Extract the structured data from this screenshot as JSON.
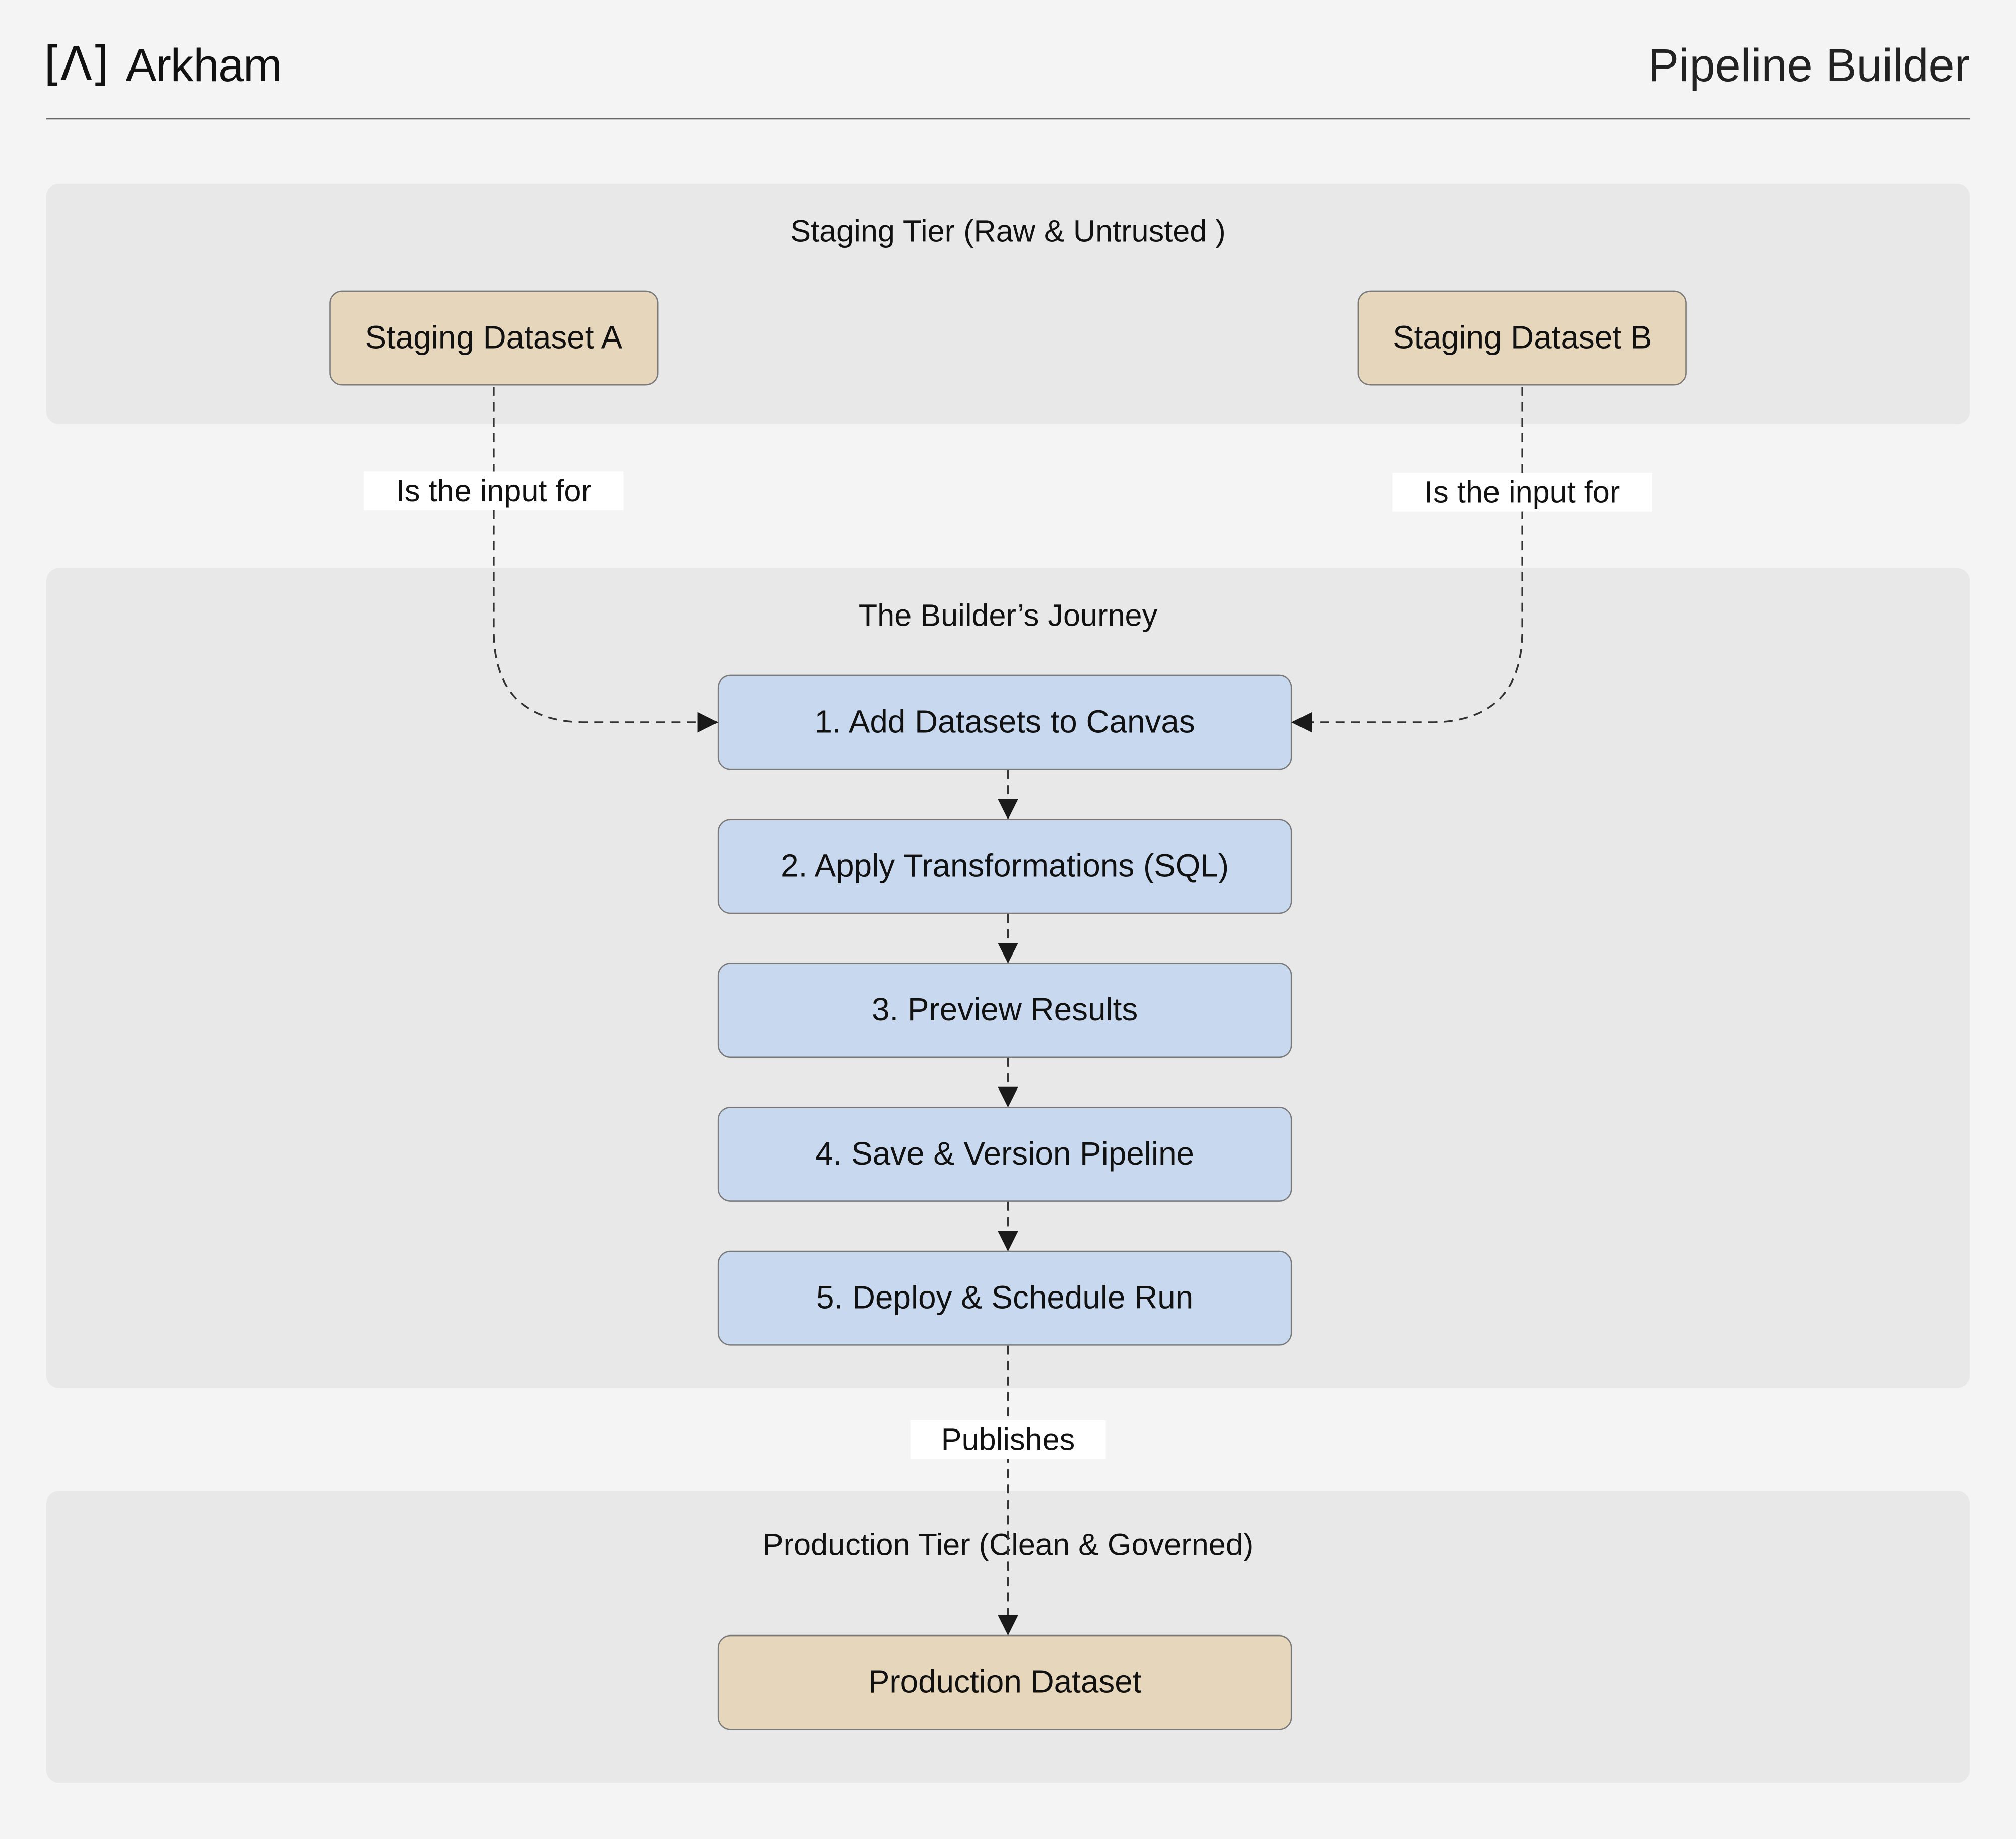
{
  "header": {
    "brand_mark": "[Λ]",
    "brand_name": "Arkham",
    "page_title": "Pipeline Builder"
  },
  "tiers": {
    "staging": {
      "title": "Staging Tier (Raw & Untrusted )",
      "nodes": [
        "Staging Dataset A",
        "Staging Dataset B"
      ]
    },
    "journey": {
      "title": "The Builder’s Journey",
      "steps": [
        "1. Add Datasets to Canvas",
        "2. Apply Transformations (SQL)",
        "3. Preview Results",
        "4. Save & Version Pipeline",
        "5. Deploy & Schedule Run"
      ]
    },
    "production": {
      "title": "Production Tier (Clean & Governed)",
      "nodes": [
        "Production Dataset"
      ]
    }
  },
  "edges": {
    "staging_a_label": "Is the input for",
    "staging_b_label": "Is the input for",
    "publish_label": "Publishes"
  },
  "colors": {
    "background": "#f4f4f4",
    "tier_panel": "#e8e8e8",
    "dataset_node": "#e6d7bc",
    "step_node": "#c8d9ef",
    "edge": "#333333"
  }
}
